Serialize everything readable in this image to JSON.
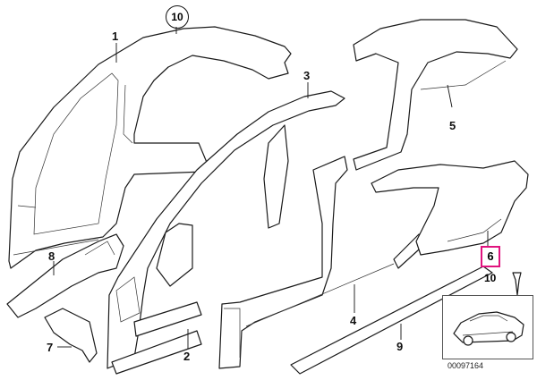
{
  "callouts": {
    "c1": "1",
    "c2": "2",
    "c3": "3",
    "c4": "4",
    "c5": "5",
    "c6": "6",
    "c7": "7",
    "c8": "8",
    "c9": "9",
    "c10_circled": "10",
    "c10_inset": "10"
  },
  "diagram_code": "00097164",
  "colors": {
    "highlight": "#e0137e",
    "line": "#1a1a1a"
  }
}
